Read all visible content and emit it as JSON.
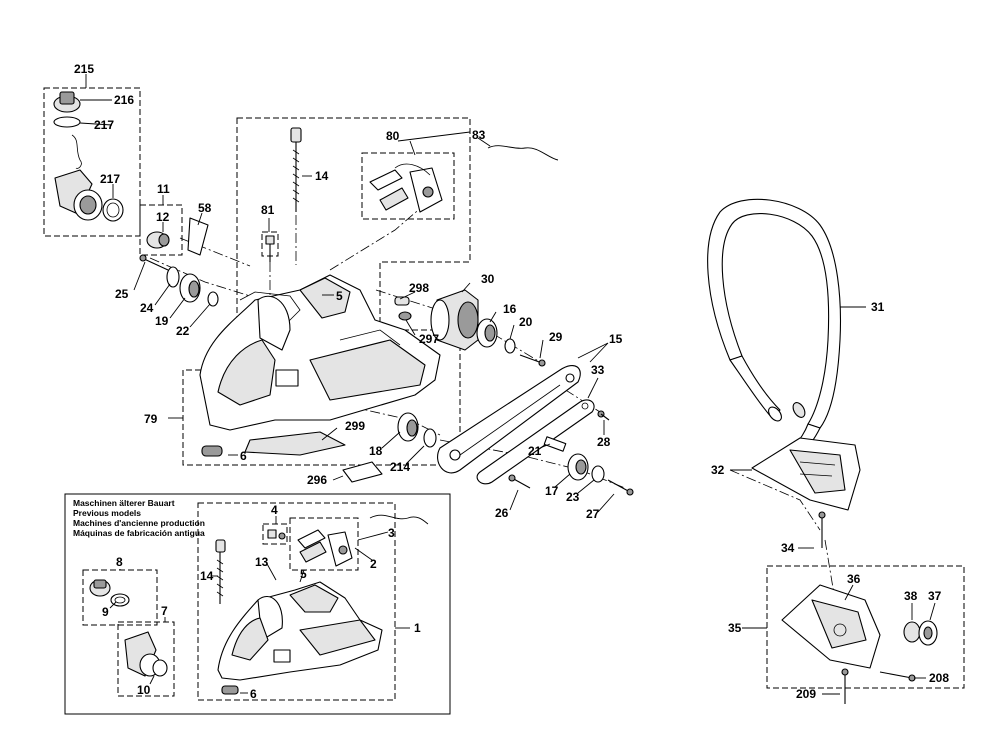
{
  "labels": {
    "l215": "215",
    "l216": "216",
    "l217a": "217",
    "l217b": "217",
    "l11": "11",
    "l12": "12",
    "l58": "58",
    "l25": "25",
    "l24": "24",
    "l19": "19",
    "l22": "22",
    "l79": "79",
    "l6": "6",
    "l6b": "6",
    "l14": "14",
    "l14b": "14",
    "l81": "81",
    "l80": "80",
    "l83": "83",
    "l5": "5",
    "l5b": "5",
    "l298": "298",
    "l297": "297",
    "l30": "30",
    "l16": "16",
    "l20": "20",
    "l29": "29",
    "l15": "15",
    "l33": "33",
    "l28": "28",
    "l299": "299",
    "l296": "296",
    "l18": "18",
    "l214": "214",
    "l21": "21",
    "l17": "17",
    "l23": "23",
    "l26": "26",
    "l27": "27",
    "l31": "31",
    "l32": "32",
    "l34": "34",
    "l35": "35",
    "l36": "36",
    "l38": "38",
    "l37": "37",
    "l208": "208",
    "l209": "209",
    "l8": "8",
    "l9": "9",
    "l7": "7",
    "l10": "10",
    "l4": "4",
    "l3": "3",
    "l2": "2",
    "l13": "13",
    "l1": "1"
  },
  "legacy_box": {
    "line1": "Maschinen älterer Bauart",
    "line2": "Previous models",
    "line3": "Machines d'ancienne production",
    "line4": "Máquinas de fabricación antigua"
  }
}
